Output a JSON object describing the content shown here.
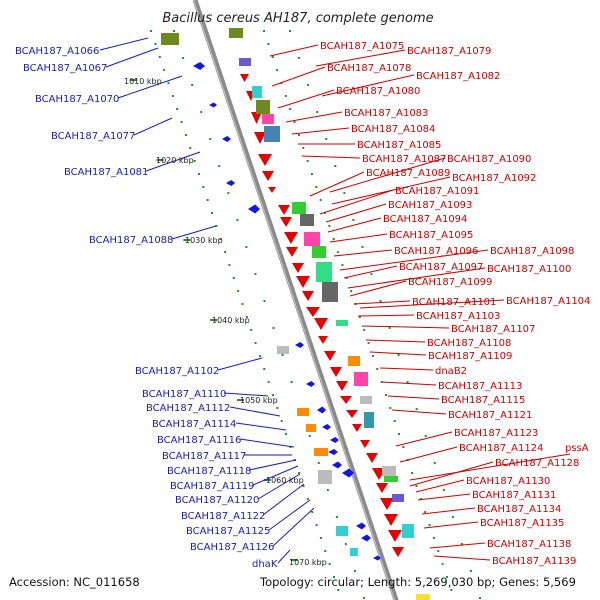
{
  "title": "Bacillus cereus AH187, complete genome",
  "footer": {
    "accession": "Accession: NC_011658",
    "topology": "Topology: circular; Length: 5,269,030 bp; Genes: 5,569"
  },
  "colors": {
    "left_label": "#1a1ab8",
    "right_label": "#cc0000",
    "axis": "#808080",
    "tick": "#2e8b2e"
  },
  "kbp_marks": [
    {
      "text": "1010 kbp"
    },
    {
      "text": "1020 kbp"
    },
    {
      "text": "1030 kbp"
    },
    {
      "text": "1040 kbp"
    },
    {
      "text": "1050 kbp"
    },
    {
      "text": "1060 kbp"
    },
    {
      "text": "1070 kbp"
    }
  ],
  "left_labels": [
    "BCAH187_A1066",
    "BCAH187_A1067",
    "BCAH187_A1070",
    "BCAH187_A1077",
    "BCAH187_A1081",
    "BCAH187_A1088",
    "BCAH187_A1102",
    "BCAH187_A1110",
    "BCAH187_A1112",
    "BCAH187_A1114",
    "BCAH187_A1116",
    "BCAH187_A1117",
    "BCAH187_A1118",
    "BCAH187_A1119",
    "BCAH187_A1120",
    "BCAH187_A1122",
    "BCAH187_A1125",
    "BCAH187_A1126",
    "dhaK"
  ],
  "right_labels": [
    "BCAH187_A1075",
    "BCAH187_A1079",
    "BCAH187_A1078",
    "BCAH187_A1082",
    "BCAH187_A1080",
    "BCAH187_A1083",
    "BCAH187_A1084",
    "BCAH187_A1085",
    "BCAH187_A1087",
    "BCAH187_A1090",
    "BCAH187_A1089",
    "BCAH187_A1092",
    "BCAH187_A1091",
    "BCAH187_A1093",
    "BCAH187_A1094",
    "BCAH187_A1095",
    "BCAH187_A1096",
    "BCAH187_A1098",
    "BCAH187_A1097",
    "BCAH187_A1100",
    "BCAH187_A1099",
    "BCAH187_A1101",
    "BCAH187_A1104",
    "BCAH187_A1103",
    "BCAH187_A1107",
    "BCAH187_A1108",
    "BCAH187_A1109",
    "dnaB2",
    "BCAH187_A1113",
    "BCAH187_A1115",
    "BCAH187_A1121",
    "BCAH187_A1123",
    "BCAH187_A1124",
    "pssA",
    "BCAH187_A1128",
    "BCAH187_A1130",
    "BCAH187_A1131",
    "BCAH187_A1134",
    "BCAH187_A1135",
    "BCAH187_A1138",
    "BCAH187_A1139"
  ]
}
